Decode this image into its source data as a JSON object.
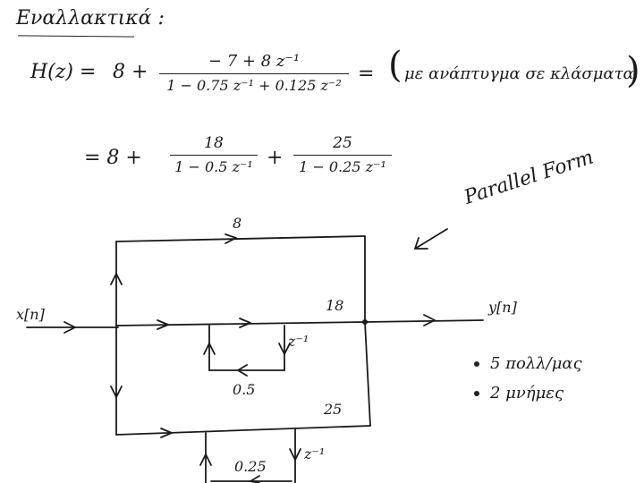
{
  "heading": "Εναλλακτικά :",
  "equation1": {
    "lhs": "H(z) =",
    "const": "8 +",
    "numerator": "− 7 + 8 z⁻¹",
    "denominator": "1 − 0.75 z⁻¹ + 0.125 z⁻²",
    "equals": "=",
    "paren_note": "με ανάπτυγμα σε κλάσματα"
  },
  "equation2": {
    "lead": "= 8 +",
    "frac1_num": "18",
    "frac1_den": "1 − 0.5 z⁻¹",
    "plus": "+",
    "frac2_num": "25",
    "frac2_den": "1 − 0.25 z⁻¹"
  },
  "annotation": "Parallel Form",
  "diagram": {
    "input": "x[n]",
    "output": "y[n]",
    "top_gain": "8",
    "mid_gain": "18",
    "mid_feedback": "0.5",
    "mid_delay": "z⁻¹",
    "bottom_gain": "25",
    "bottom_feedback": "0.25",
    "bottom_delay": "z⁻¹"
  },
  "bullets": [
    {
      "text": "5 πολλ/μας"
    },
    {
      "text": "2 μνήμες"
    }
  ]
}
